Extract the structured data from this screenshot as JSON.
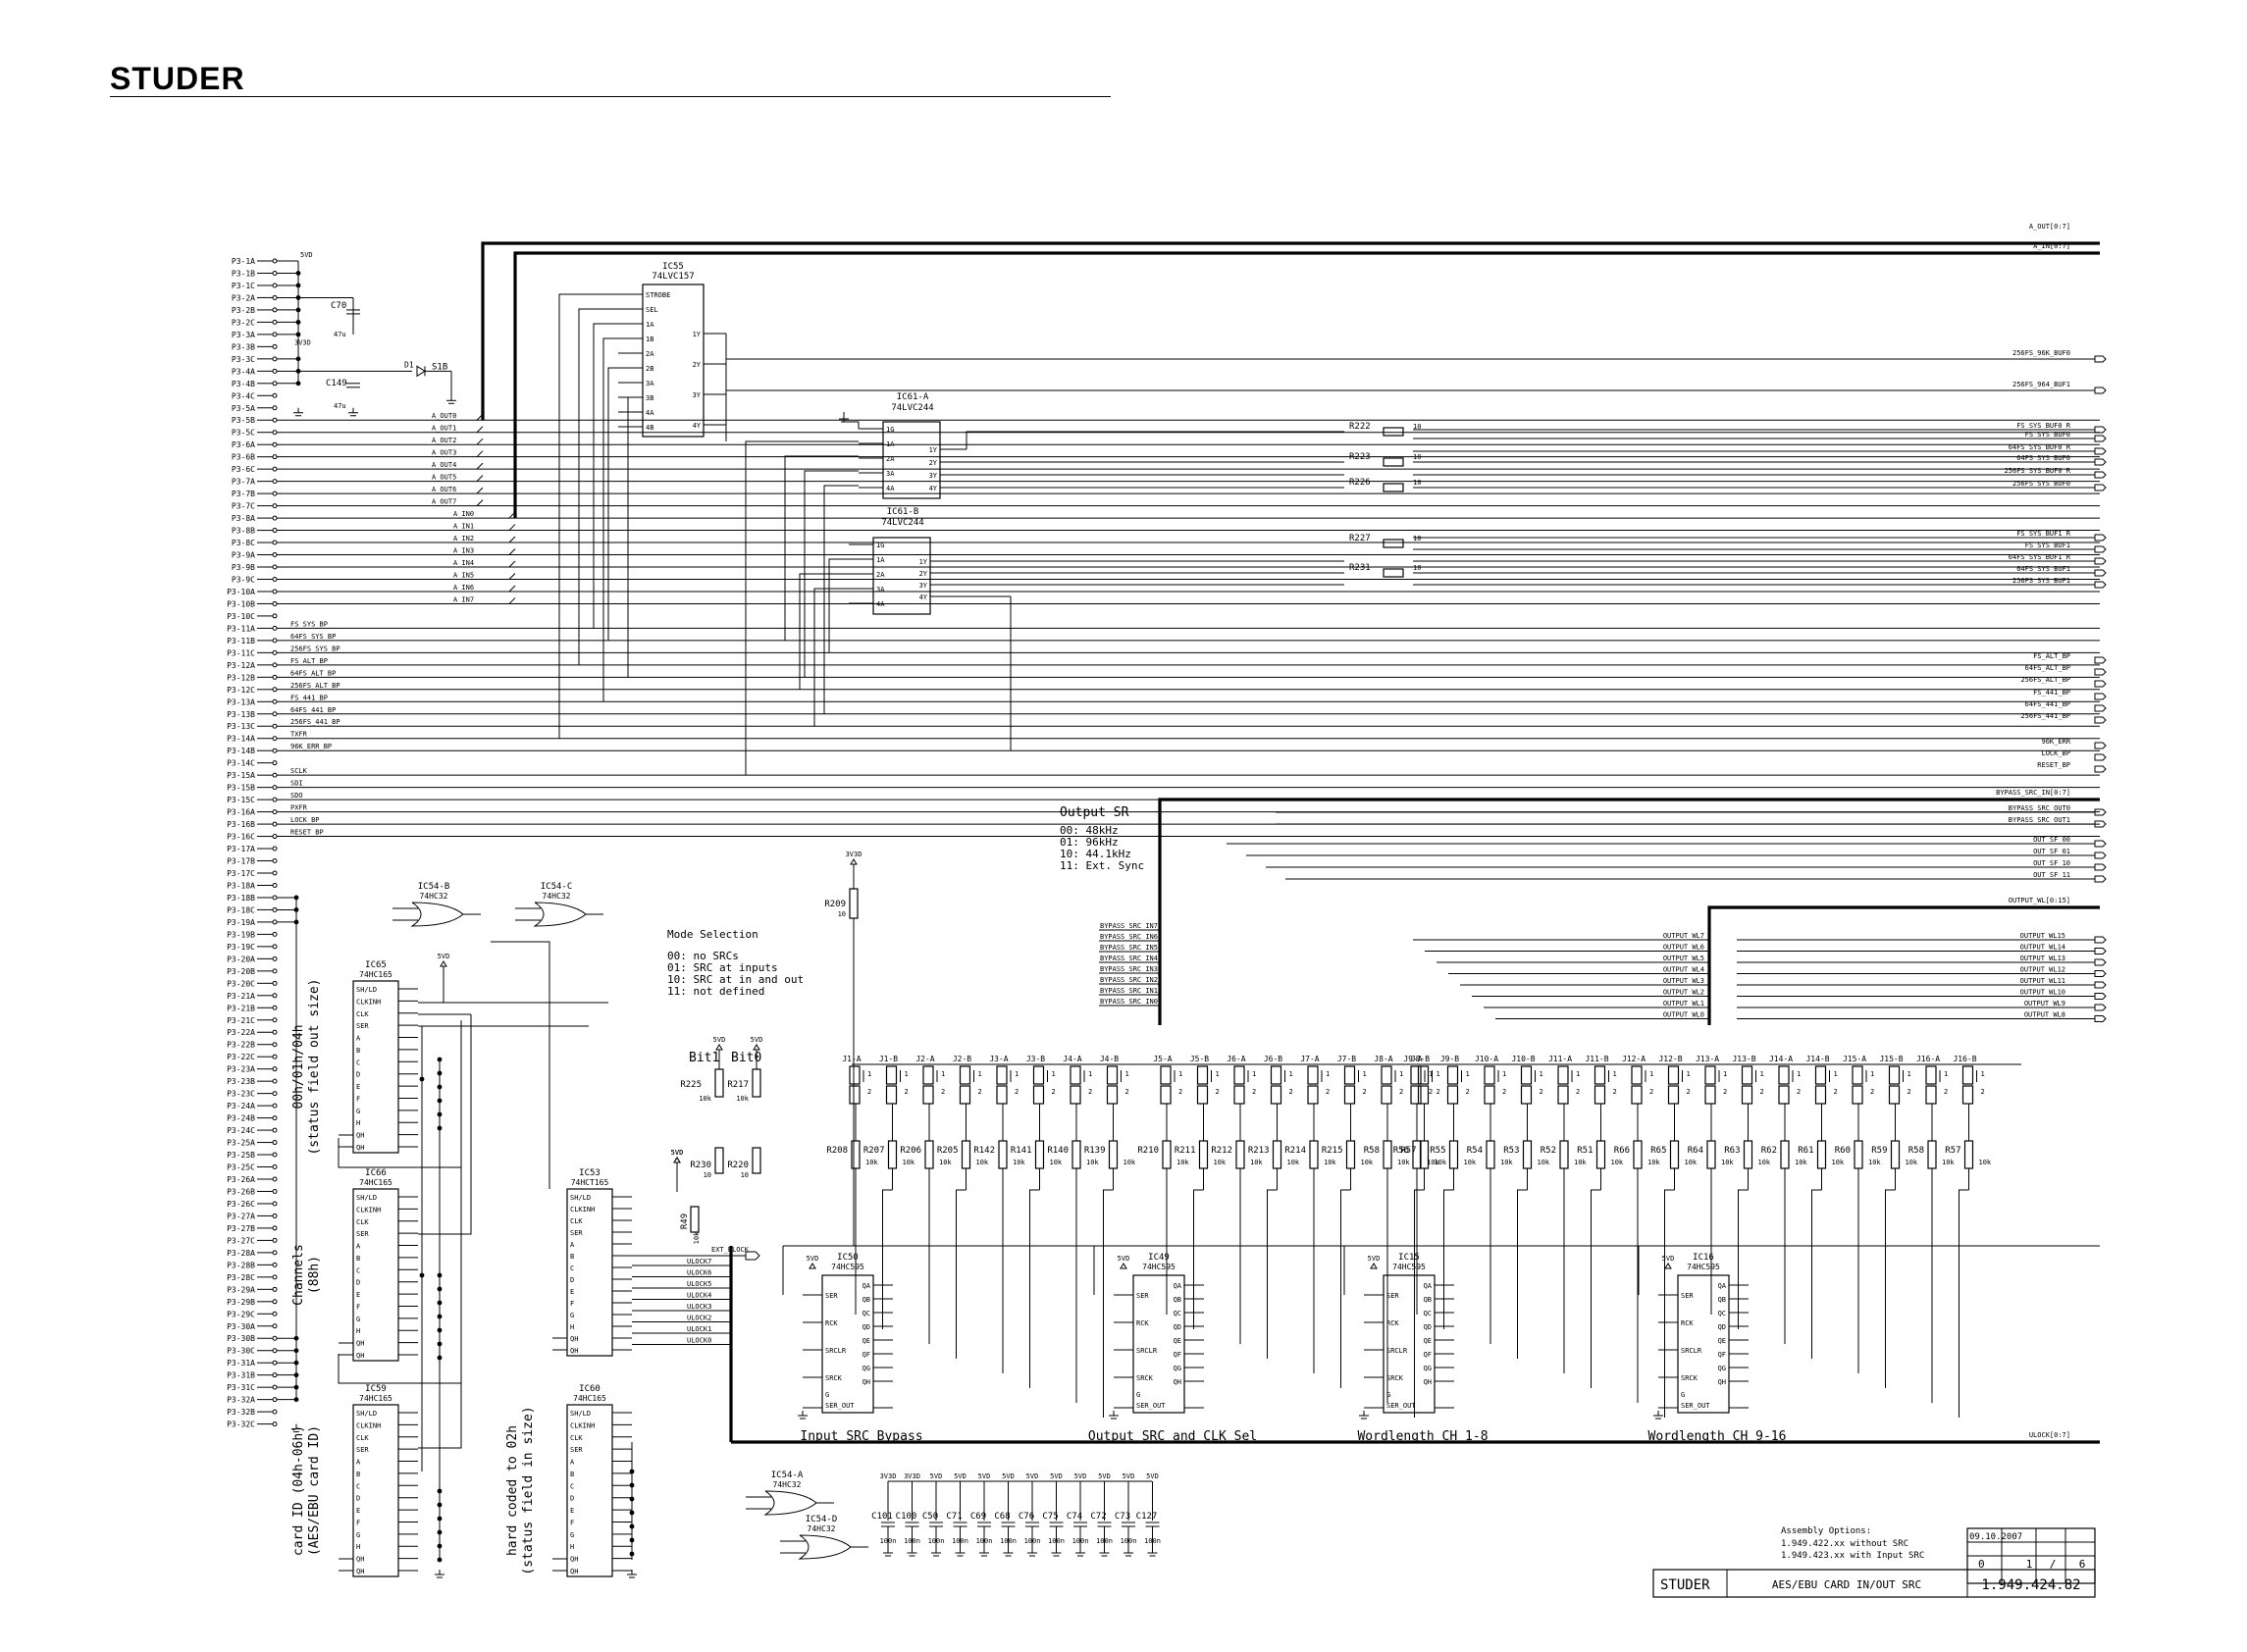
{
  "header": {
    "logo": "STUDER"
  },
  "connector": {
    "pins": [
      "P3-1A",
      "P3-1B",
      "P3-1C",
      "P3-2A",
      "P3-2B",
      "P3-2C",
      "P3-3A",
      "P3-3B",
      "P3-3C",
      "P3-4A",
      "P3-4B",
      "P3-4C",
      "P3-5A",
      "P3-5B",
      "P3-5C",
      "P3-6A",
      "P3-6B",
      "P3-6C",
      "P3-7A",
      "P3-7B",
      "P3-7C",
      "P3-8A",
      "P3-8B",
      "P3-8C",
      "P3-9A",
      "P3-9B",
      "P3-9C",
      "P3-10A",
      "P3-10B",
      "P3-10C",
      "P3-11A",
      "P3-11B",
      "P3-11C",
      "P3-12A",
      "P3-12B",
      "P3-12C",
      "P3-13A",
      "P3-13B",
      "P3-13C",
      "P3-14A",
      "P3-14B",
      "P3-14C",
      "P3-15A",
      "P3-15B",
      "P3-15C",
      "P3-16A",
      "P3-16B",
      "P3-16C",
      "P3-17A",
      "P3-17B",
      "P3-17C",
      "P3-18A",
      "P3-18B",
      "P3-18C",
      "P3-19A",
      "P3-19B",
      "P3-19C",
      "P3-20A",
      "P3-20B",
      "P3-20C",
      "P3-21A",
      "P3-21B",
      "P3-21C",
      "P3-22A",
      "P3-22B",
      "P3-22C",
      "P3-23A",
      "P3-23B",
      "P3-23C",
      "P3-24A",
      "P3-24B",
      "P3-24C",
      "P3-25A",
      "P3-25B",
      "P3-25C",
      "P3-26A",
      "P3-26B",
      "P3-26C",
      "P3-27A",
      "P3-27B",
      "P3-27C",
      "P3-28A",
      "P3-28B",
      "P3-28C",
      "P3-29A",
      "P3-29B",
      "P3-29C",
      "P3-30A",
      "P3-30B",
      "P3-30C",
      "P3-31A",
      "P3-31B",
      "P3-31C",
      "P3-32A",
      "P3-32B",
      "P3-32C"
    ],
    "net_labels": [
      "A_OUT0",
      "A_OUT1",
      "A_OUT2",
      "A_OUT3",
      "A_OUT4",
      "A_OUT5",
      "A_OUT6",
      "A_OUT7",
      "A_IN0",
      "A_IN1",
      "A_IN2",
      "A_IN3",
      "A_IN4",
      "A_IN5",
      "A_IN6",
      "A_IN7",
      "FS_SYS_BP",
      "64FS_SYS_BP",
      "256FS_SYS_BP",
      "FS_ALT_BP",
      "64FS_ALT_BP",
      "256FS_ALT_BP",
      "FS_441_BP",
      "64FS_441_BP",
      "256FS_441_BP",
      "TXFR",
      "96K_ERR_BP",
      "SCLK",
      "SDI",
      "SDO",
      "PXFR",
      "LOCK_BP",
      "RESET_BP"
    ]
  },
  "power": {
    "v5": "5VD",
    "v33": "3V3D"
  },
  "caps_top": [
    {
      "ref": "C70",
      "val": "47u"
    },
    {
      "ref": "C149",
      "val": "47u"
    }
  ],
  "diode": {
    "ref": "D1",
    "part": "S1B"
  },
  "buses": {
    "a_out": "A_OUT[0:7]",
    "a_in": "A_IN[0:7]",
    "bypass": "BYPASS_SRC_IN[0:7]",
    "output_wl": "OUTPUT_WL[0:15]",
    "ulock": "ULOCK[0:7]"
  },
  "ic55": {
    "ref": "IC55",
    "part": "74LVC157",
    "pins_in": [
      "STROBE",
      "SEL",
      "1A",
      "1B",
      "2A",
      "2B",
      "3A",
      "3B",
      "4A",
      "4B"
    ],
    "pins_out": [
      "1Y",
      "2Y",
      "3Y",
      "4Y"
    ]
  },
  "ic61a": {
    "ref": "IC61-A",
    "part": "74LVC244",
    "pins_in": [
      "1G",
      "1A",
      "2A",
      "3A",
      "4A"
    ],
    "pins_out": [
      "1Y",
      "2Y",
      "3Y",
      "4Y"
    ]
  },
  "ic61b": {
    "ref": "IC61-B",
    "part": "74LVC244",
    "pins_in": [
      "1G",
      "1A",
      "2A",
      "3A",
      "4A"
    ],
    "pins_out": [
      "1Y",
      "2Y",
      "3Y",
      "4Y"
    ]
  },
  "right_signals_top": [
    "256FS_96K_BUF0",
    "256FS_964_BUF1"
  ],
  "resistors_series": [
    {
      "ref": "R222",
      "val": "10"
    },
    {
      "ref": "R223",
      "val": "10"
    },
    {
      "ref": "R226",
      "val": "10"
    },
    {
      "ref": "R227",
      "val": "10"
    },
    {
      "ref": "R231",
      "val": "10"
    }
  ],
  "right_signals_buf0": [
    "FS_SYS_BUF0_R",
    "FS_SYS_BUF0",
    "64FS_SYS_BUF0_R",
    "64FS_SYS_BUF0",
    "256FS_SYS_BUF0_R",
    "256FS_SYS_BUF0"
  ],
  "right_signals_buf1": [
    "FS_SYS_BUF1_R",
    "FS_SYS_BUF1",
    "64FS_SYS_BUF1_R",
    "64FS_SYS_BUF1",
    "256FS_SYS_BUF1"
  ],
  "right_signals_bp": [
    "FS_ALT_BP",
    "64FS_ALT_BP",
    "256FS_ALT_BP",
    "FS_441_BP",
    "64FS_441_BP",
    "256FS_441_BP"
  ],
  "right_signals_misc": [
    "96K_ERR",
    "LOCK_BP",
    "RESET_BP"
  ],
  "right_signals_bypass": [
    "BYPASS_SRC_IN[0:7]",
    "BYPASS_SRC_OUT0",
    "BYPASS_SRC_OUT1"
  ],
  "right_signals_out": [
    "OUT_SF_00",
    "OUT_SF_01",
    "OUT_SF_10",
    "OUT_SF_11"
  ],
  "output_sr_note": {
    "title": "Output SR",
    "lines": [
      "00: 48kHz",
      "01: 96kHz",
      "10: 44.1kHz",
      "11: Ext. Sync"
    ]
  },
  "mode_note": {
    "title": "Mode Selection",
    "lines": [
      "00: no SRCs",
      "01: SRC at inputs",
      "10: SRC at in and out",
      "11: not defined"
    ]
  },
  "bits": {
    "bit1": "Bit1",
    "bit0": "Bit0"
  },
  "gates": [
    {
      "ref": "IC54-B",
      "part": "74HC32"
    },
    {
      "ref": "IC54-C",
      "part": "74HC32"
    },
    {
      "ref": "IC54-A",
      "part": "74HC32"
    },
    {
      "ref": "IC54-D",
      "part": "74HC32"
    }
  ],
  "shift_in": [
    {
      "ref": "IC65",
      "part": "74HC165",
      "note": [
        "00h/01h/04h",
        "(status field out size)"
      ]
    },
    {
      "ref": "IC66",
      "part": "74HC165",
      "note": [
        "Channels",
        "(88h)"
      ]
    },
    {
      "ref": "IC59",
      "part": "74HC165",
      "note": [
        "card ID (04h-06h)",
        "(AES/EBU card ID)"
      ]
    },
    {
      "ref": "IC53",
      "part": "74HCT165",
      "note": []
    },
    {
      "ref": "IC60",
      "part": "74HC165",
      "note": [
        "hard coded to 02h",
        "(status field in size)"
      ]
    }
  ],
  "pins165": {
    "left": [
      "SH/LD",
      "CLKINH",
      "CLK",
      "SER",
      "A",
      "B",
      "C",
      "D",
      "E",
      "F",
      "G",
      "H",
      "QH",
      "QH"
    ],
    "right": []
  },
  "pullups": [
    {
      "ref": "R225",
      "val": "10k"
    },
    {
      "ref": "R217",
      "val": "10k"
    },
    {
      "ref": "R230",
      "val": "10"
    },
    {
      "ref": "R220",
      "val": "10"
    },
    {
      "ref": "R209",
      "val": "10"
    },
    {
      "ref": "R49",
      "val": "10k"
    }
  ],
  "ext_block": "EXT_BLOCK",
  "ulock_labels": [
    "ULOCK7",
    "ULOCK6",
    "ULOCK5",
    "ULOCK4",
    "ULOCK3",
    "ULOCK2",
    "ULOCK1",
    "ULOCK0"
  ],
  "bypass_labels": [
    "BYPASS_SRC_IN7",
    "BYPASS_SRC_IN6",
    "BYPASS_SRC_IN5",
    "BYPASS_SRC_IN4",
    "BYPASS_SRC_IN3",
    "BYPASS_SRC_IN2",
    "BYPASS_SRC_IN1",
    "BYPASS_SRC_IN0"
  ],
  "wl_labels_a": [
    "OUTPUT_WL7",
    "OUTPUT_WL6",
    "OUTPUT_WL5",
    "OUTPUT_WL4",
    "OUTPUT_WL3",
    "OUTPUT_WL2",
    "OUTPUT_WL1",
    "OUTPUT_WL0"
  ],
  "wl_labels_b": [
    "OUTPUT_WL15",
    "OUTPUT_WL14",
    "OUTPUT_WL13",
    "OUTPUT_WL12",
    "OUTPUT_WL11",
    "OUTPUT_WL10",
    "OUTPUT_WL9",
    "OUTPUT_WL8"
  ],
  "jumper_groups": [
    {
      "jumpers": [
        "J1-A",
        "J1-B",
        "J2-A",
        "J2-B",
        "J3-A",
        "J3-B",
        "J4-A",
        "J4-B"
      ],
      "resistors": [
        "R208",
        "R207",
        "R206",
        "R205",
        "R142",
        "R141",
        "R140",
        "R139"
      ],
      "ic": "IC50",
      "part": "74HC595",
      "caption": "Input SRC Bypass"
    },
    {
      "jumpers": [
        "J5-A",
        "J5-B",
        "J6-A",
        "J6-B",
        "J7-A",
        "J7-B",
        "J8-A",
        "J8-B"
      ],
      "resistors": [
        "R210",
        "R211",
        "R212",
        "R213",
        "R214",
        "R215",
        "R58",
        "R57"
      ],
      "ic": "IC49",
      "part": "74HC595",
      "caption": "Output SRC and CLK Sel"
    },
    {
      "jumpers": [
        "J9-A",
        "J9-B",
        "J10-A",
        "J10-B",
        "J11-A",
        "J11-B",
        "J12-A",
        "J12-B"
      ],
      "resistors": [
        "R56",
        "R55",
        "R54",
        "R53",
        "R52",
        "R51",
        "R66",
        "R65"
      ],
      "ic": "IC15",
      "part": "74HC595",
      "caption": "Wordlength CH 1-8"
    },
    {
      "jumpers": [
        "J13-A",
        "J13-B",
        "J14-A",
        "J14-B",
        "J15-A",
        "J15-B",
        "J16-A",
        "J16-B"
      ],
      "resistors": [
        "R64",
        "R63",
        "R62",
        "R61",
        "R60",
        "R59",
        "R58",
        "R57"
      ],
      "ic": "IC16",
      "part": "74HC595",
      "caption": "Wordlength CH 9-16"
    }
  ],
  "res10k": "10k",
  "pins595": [
    "SER",
    "RCK",
    "SRCLR",
    "SRCK",
    "QA",
    "QB",
    "QC",
    "QD",
    "QE",
    "QF",
    "QG",
    "QH",
    "SER_OUT",
    "G"
  ],
  "decoupling": [
    {
      "ref": "C101",
      "pwr": "3V3D",
      "val": "100n"
    },
    {
      "ref": "C100",
      "pwr": "3V3D",
      "val": "100n"
    },
    {
      "ref": "C50",
      "pwr": "5VD",
      "val": "100n"
    },
    {
      "ref": "C71",
      "pwr": "5VD",
      "val": "100n"
    },
    {
      "ref": "C69",
      "pwr": "5VD",
      "val": "100n"
    },
    {
      "ref": "C68",
      "pwr": "5VD",
      "val": "100n"
    },
    {
      "ref": "C76",
      "pwr": "5VD",
      "val": "100n"
    },
    {
      "ref": "C75",
      "pwr": "5VD",
      "val": "100n"
    },
    {
      "ref": "C74",
      "pwr": "5VD",
      "val": "100n"
    },
    {
      "ref": "C72",
      "pwr": "5VD",
      "val": "100n"
    },
    {
      "ref": "C73",
      "pwr": "5VD",
      "val": "100n"
    },
    {
      "ref": "C127",
      "pwr": "5VD",
      "val": "100n"
    }
  ],
  "assembly": {
    "title": "Assembly Options:",
    "lines": [
      "1.949.422.xx without SRC",
      "1.949.423.xx with Input SRC"
    ]
  },
  "title_block": {
    "date": "09.10.2007",
    "rev": "0",
    "sheet": "1",
    "slash": "/",
    "total": "6",
    "logo": "STUDER",
    "title": "AES/EBU CARD IN/OUT SRC",
    "number": "1.949.424.82"
  }
}
